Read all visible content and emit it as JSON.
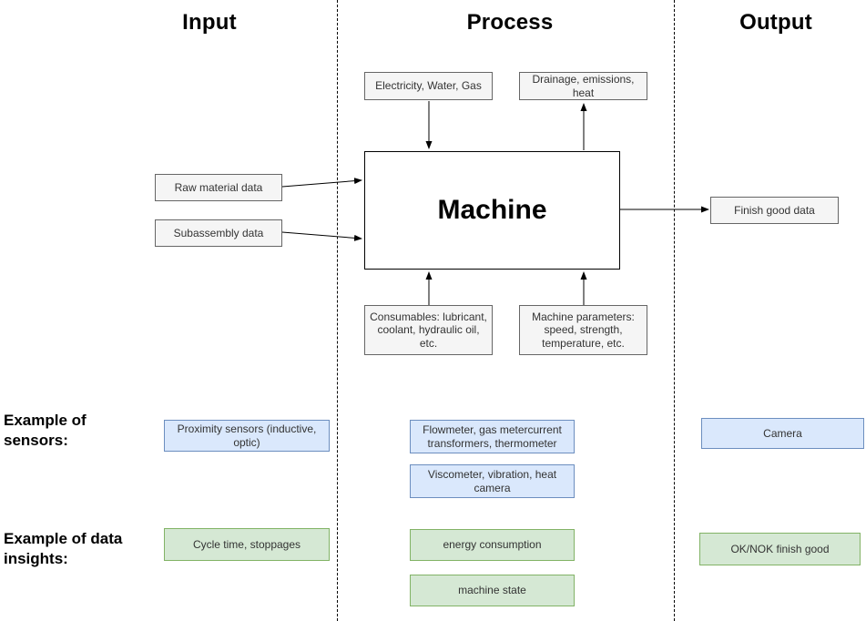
{
  "headers": {
    "input": "Input",
    "process": "Process",
    "output": "Output"
  },
  "machine": {
    "label": "Machine"
  },
  "io_boxes": {
    "electricity": "Electricity, Water, Gas",
    "drainage": "Drainage, emissions,\nheat",
    "raw_material": "Raw material data",
    "subassembly": "Subassembly data",
    "finish_good": "Finish good data",
    "consumables": "Consumables: lubricant,\ncoolant, hydraulic oil, etc.",
    "machine_parameters": "Machine parameters:\nspeed, strength,\ntemperature, etc."
  },
  "row_labels": {
    "sensors": "Example of\nsensors:",
    "insights": "Example of data\ninsights:"
  },
  "sensor_examples": {
    "input": "Proximity sensors (inductive,\noptic)",
    "process_a": "Flowmeter, gas metercurrent\ntransformers, thermometer",
    "process_b": "Viscometer, vibration, heat\ncamera",
    "output": "Camera"
  },
  "insight_examples": {
    "input": "Cycle time, stoppages",
    "process_a": "energy consumption",
    "process_b": "machine state",
    "output": "OK/NOK finish good"
  },
  "colors": {
    "io_fill": "#f5f5f5",
    "io_border": "#666666",
    "sensor_fill": "#dae8fc",
    "sensor_border": "#6c8ebf",
    "insight_fill": "#d5e8d4",
    "insight_border": "#82b366",
    "machine_fill": "#ffffff",
    "machine_border": "#000000",
    "arrow": "#000000",
    "text": "#333333",
    "heading_text": "#000000"
  }
}
